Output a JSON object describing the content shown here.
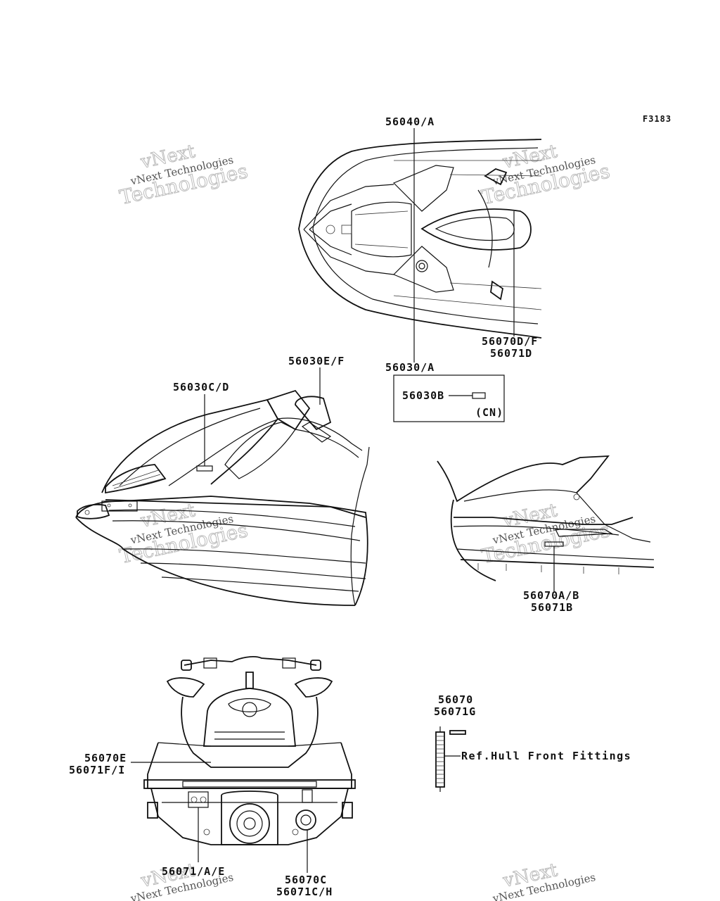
{
  "figure_code": "F3183",
  "callouts": {
    "c_56040": "56040/A",
    "c_56030": "56030/A",
    "c_56070df": "56070D/F",
    "c_56071d": "56071D",
    "c_56030ef": "56030E/F",
    "c_56030cd": "56030C/D",
    "c_56030b": "56030B",
    "c_cn": "(CN)",
    "c_56070ab": "56070A/B",
    "c_56071b": "56071B",
    "c_56070": "56070",
    "c_56071g": "56071G",
    "c_ref": "Ref.Hull Front Fittings",
    "c_56070e": "56070E",
    "c_56071fi": "56071F/I",
    "c_56071ae": "56071/A/E",
    "c_56070c": "56070C",
    "c_56071ch": "56071C/H"
  },
  "watermark": {
    "line1": "vNext",
    "line2": "vNext Technologies",
    "line3": "Technologies"
  }
}
